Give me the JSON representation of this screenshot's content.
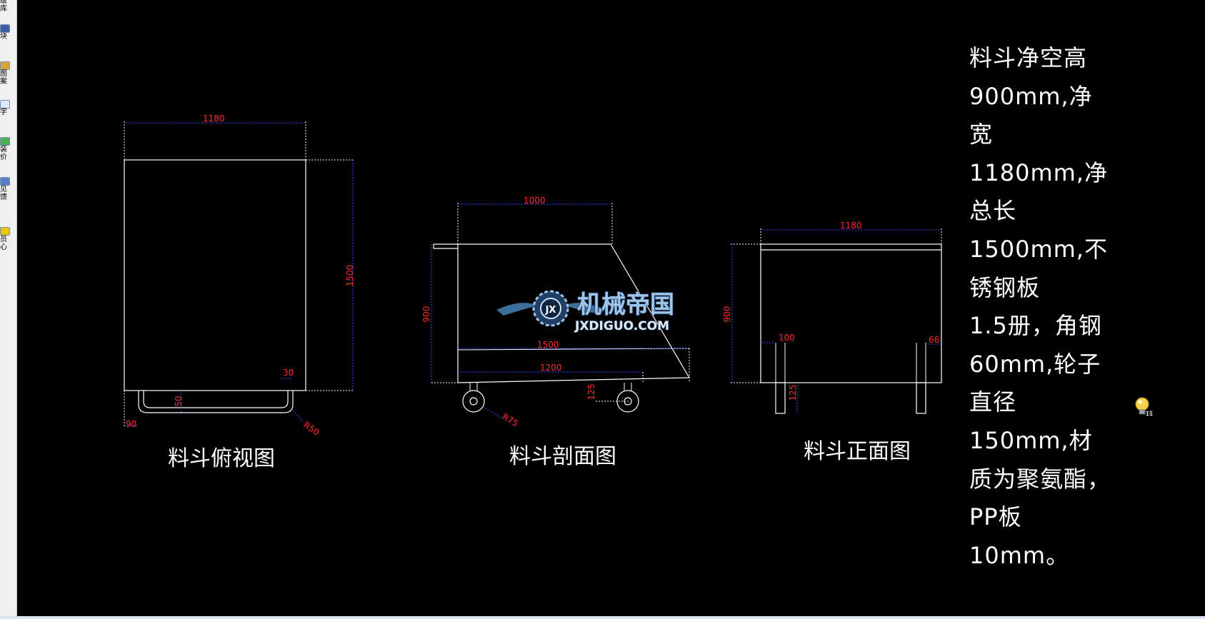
{
  "sidebar": {
    "items": [
      {
        "label": "级\n库",
        "icon": "library-icon"
      },
      {
        "label": "块",
        "icon": "block-icon"
      },
      {
        "label": "图\n案",
        "icon": "pattern-icon"
      },
      {
        "label": "字",
        "icon": "text-icon"
      },
      {
        "label": "装\n价",
        "icon": "install-price-icon"
      },
      {
        "label": "见\n馈",
        "icon": "feedback-icon"
      },
      {
        "label": "员\n心",
        "icon": "member-center-icon"
      }
    ]
  },
  "drawing": {
    "top_view": {
      "title": "料斗俯视图",
      "dims": {
        "width": "1180",
        "height": "1500",
        "inner": "30",
        "side": "50",
        "offset": "90",
        "radius": "R50"
      }
    },
    "section_view": {
      "title": "料斗剖面图",
      "dims": {
        "top": "1000",
        "height": "900",
        "length": "1500",
        "inner": "1200",
        "wheel": "125",
        "radius": "R75"
      }
    },
    "front_view": {
      "title": "料斗正面图",
      "dims": {
        "width": "1180",
        "height": "900",
        "leg": "100",
        "right": "66",
        "wheel": "125"
      }
    },
    "watermark": {
      "cn": "机械帝国",
      "en": "JXDIGUO.COM",
      "badge": "JX"
    }
  },
  "notes": {
    "lines": [
      "料斗净空高",
      "900mm,净",
      "宽",
      "1180mm,净",
      "总长",
      "1500mm,不",
      "锈钢板",
      "1.5册，角钢",
      "60mm,轮子",
      "直径",
      "150mm,材",
      "质为聚氨酯，",
      "PP板",
      "10mm。"
    ]
  },
  "colors": {
    "background": "#000000",
    "line": "#ffffff",
    "dimension_text": "#ff2a2a",
    "dimension_line": "#3050ff"
  }
}
